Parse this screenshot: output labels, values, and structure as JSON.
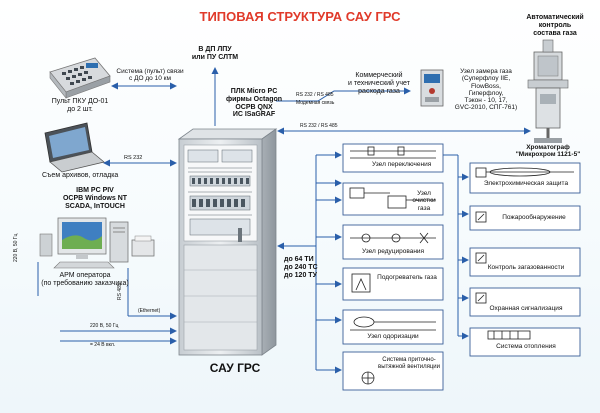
{
  "title": "ТИПОВАЯ СТРУКТУРА САУ ГРС",
  "colors": {
    "title": "#e03a2a",
    "arrow": "#2a5faa",
    "box_border": "#3a5f98",
    "box_fill": "#ffffff"
  },
  "left": {
    "panel_label": [
      "Пульт ПКУ ДО-01",
      "до 2 шт."
    ],
    "link_label": [
      "Система (пульт) связи",
      "с ДО до 10 км"
    ],
    "laptop_label": "Съем архивов, отладка",
    "rs232": "RS 232",
    "pc_spec": [
      "IBM PC PIV",
      "OCPB Windows NT",
      "SCADA, InTOUCH"
    ],
    "arm_label": [
      "АРМ оператора",
      "(по требованию заказчика)"
    ],
    "power_vertical": "220 В, 50 Гц",
    "rs485_vertical": "RS 485",
    "ethernet": "(Ethernet)",
    "power_220": "220 В, 50 Гц",
    "power_24": "= 24 В вкл."
  },
  "center": {
    "dp_label": [
      "В ДП ЛПУ",
      "или ПУ СЛТМ"
    ],
    "plc_label": [
      "ПЛК Micro PC",
      "фирмы Octagon",
      "OCPB QNX",
      "ИС ISaGRAF"
    ],
    "cabinet_label": "САУ ГРС",
    "io_label": [
      "до 64 ТИ",
      "до 240 ТС",
      "до 120 ТУ"
    ],
    "rs232_485": "RS 232 / RS 485",
    "modem": "Модемная связь",
    "rs232_485_long": "RS 232 / RS 485"
  },
  "top_right": {
    "commercial_label": [
      "Коммерческий",
      "и технический учет",
      "расхода газа"
    ],
    "meter_label": [
      "Узел замера газа",
      "(Суперфлоу IIE,",
      "FlowBoss,",
      "Гиперфлоу,",
      "Тэкон - 10, 17,",
      "GVC-2010, СПГ-761)"
    ],
    "auto_label": [
      "Автоматический",
      "контроль",
      "состава газа"
    ],
    "chromato_label": [
      "Хроматограф",
      "\"Микрохром 1121-5\""
    ]
  },
  "nodes_left": [
    {
      "label": "Узел переключения"
    },
    {
      "label": "Узел очистки газа"
    },
    {
      "label": "Узел редуцирования"
    },
    {
      "label": "Подогреватель газа"
    },
    {
      "label": "Узел одоризации"
    },
    {
      "label": "Система приточно-вытяжной вентиляции"
    }
  ],
  "nodes_right": [
    {
      "label": "Электрохимическая защита"
    },
    {
      "label": "Пожарообнаружение"
    },
    {
      "label": "Контроль загазованности"
    },
    {
      "label": "Охранная сигнализация"
    },
    {
      "label": "Система отопления"
    }
  ]
}
